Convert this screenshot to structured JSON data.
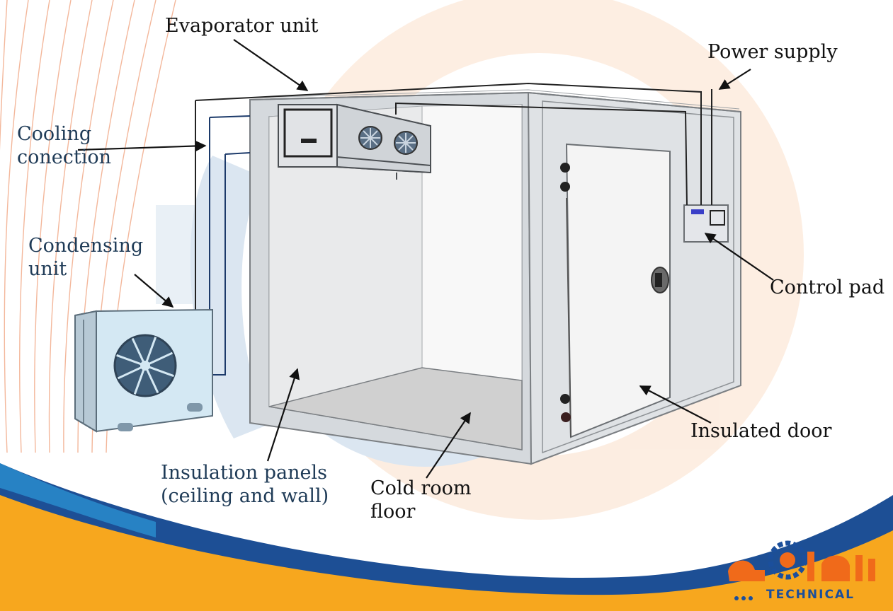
{
  "labels": {
    "evaporator_unit": "Evaporator unit",
    "power_supply": "Power supply",
    "cooling_connection": [
      "Cooling",
      "conection"
    ],
    "condensing_unit": [
      "Condensing",
      "unit"
    ],
    "control_pad": "Control pad",
    "insulated_door": "Insulated door",
    "insulation_panels": [
      "Insulation panels",
      "(ceiling and wall)"
    ],
    "cold_room_floor": [
      "Cold room",
      "floor"
    ]
  },
  "logo": {
    "wordmark": "TECHNICAL"
  },
  "colors": {
    "panel_fill": "#d5d9dd",
    "panel_stroke": "#7b7f83",
    "inner_wall": "#efefef",
    "floor": "#d0d0d0",
    "condenser_fill": "#d4e8f3",
    "fan_blue": "#3f5d78",
    "footer_orange": "#f7a71e",
    "footer_blue": "#1d4f95",
    "watermark_blue": "#5f8fc2",
    "watermark_orange": "#f4b07a",
    "line_orange": "#f0a07a",
    "arrow": "#111111"
  },
  "icons": [
    "fan-icon",
    "gear-watermark",
    "wrench-watermark",
    "technical-logo"
  ]
}
